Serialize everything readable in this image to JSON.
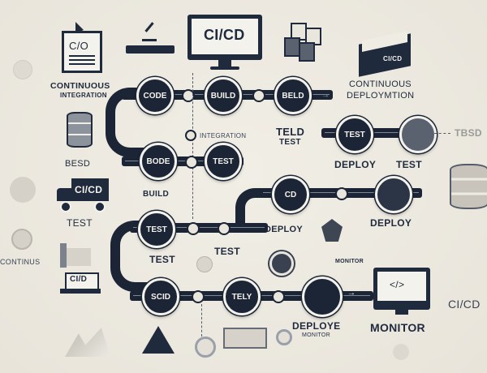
{
  "diagram": {
    "title": "CI/CD",
    "colors": {
      "background": "#ece8df",
      "node": "#1c2535",
      "node_text": "#f4f2ec",
      "label": "#1f2a3d"
    },
    "headers": {
      "continuous_integration": [
        "CONTINUOUS",
        "INTEGRATION"
      ],
      "continuous_deployment": [
        "CONTINUOUS",
        "DEPLOYMTION"
      ]
    },
    "icons": {
      "document_label": "C/O",
      "monitor_top_label": "CI/CD",
      "server_box_label": "CI/CD",
      "truck_label": "CI/CD",
      "forklift_label": "CI/D",
      "monitor_bottom_label": "</>"
    },
    "row1": {
      "nodes": [
        "CODE",
        "BUILD",
        "BELD"
      ]
    },
    "row2": {
      "nodes": [
        "BODE",
        "TEST"
      ],
      "right_node": "TEST"
    },
    "row3": {
      "nodes": [
        "CD"
      ]
    },
    "row4": {
      "nodes": [
        "TEST"
      ]
    },
    "row5": {
      "nodes": [
        "SCID",
        "TELY"
      ]
    },
    "labels": {
      "integration": "INTEGRATION",
      "teld": "TELD",
      "test_under_teld": "TEST",
      "besd": "BESD",
      "build": "BUILD",
      "deploy_1": "DEPLOY",
      "test_right": "TEST",
      "test_truck": "TEST",
      "deploy_2": "DEPLOY",
      "deploy_3": "DEPLOY",
      "continuous_left": "CONTINUS",
      "test_4": "TEST",
      "test_5": "TEST",
      "monitor_small": "MONITOR",
      "deploye": "DEPLOYE",
      "monitor_under": "MONITOR",
      "monitor": "MONITOR",
      "cicd_right": "CI/CD",
      "tbsd_right": "TBSD"
    }
  }
}
